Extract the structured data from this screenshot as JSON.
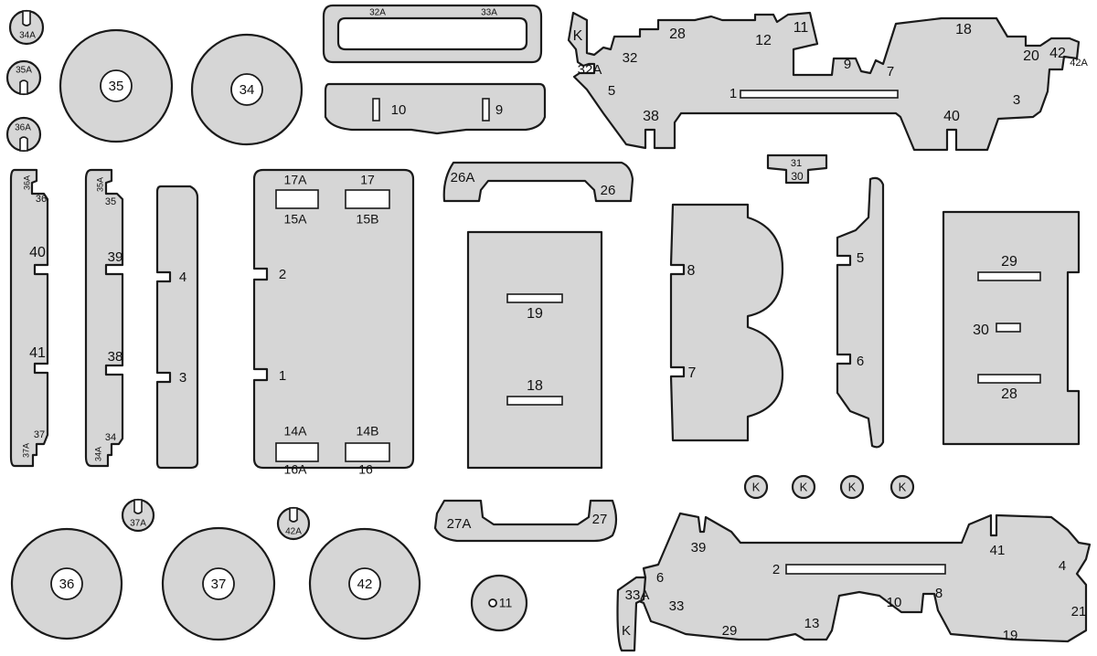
{
  "wheels": [
    {
      "label": "35"
    },
    {
      "label": "34"
    },
    {
      "label": "36"
    },
    {
      "label": "37"
    },
    {
      "label": "42"
    },
    {
      "label": "11"
    }
  ],
  "hubs": [
    {
      "label": "34A"
    },
    {
      "label": "35A"
    },
    {
      "label": "36A"
    },
    {
      "label": "37A"
    },
    {
      "label": "42A"
    }
  ],
  "k_discs": [
    "K",
    "K",
    "K",
    "K"
  ],
  "frame": {
    "top_a": "32A",
    "top_b": "33A"
  },
  "bumper_top": {
    "left": "10",
    "right": "9"
  },
  "chassis_top": {
    "k": "K",
    "l28": "28",
    "l12": "12",
    "l11": "11",
    "l18": "18",
    "l32a": "32A",
    "l32": "32",
    "l20": "20",
    "l42": "42",
    "l42a": "42A",
    "l5": "5",
    "l1": "1",
    "l9": "9",
    "l7": "7",
    "l3": "3",
    "l38": "38",
    "l40": "40"
  },
  "strut_a": {
    "top1": "36A",
    "top2": "36",
    "l40": "40",
    "l41": "41",
    "bot1": "37",
    "bot2": "37A"
  },
  "strut_b": {
    "top1": "35A",
    "top2": "35",
    "l39": "39",
    "l38": "38",
    "bot1": "34",
    "bot2": "34A"
  },
  "strut_c": {
    "l4": "4",
    "l3": "3"
  },
  "panel_big": {
    "l17a": "17A",
    "l17": "17",
    "l15a": "15A",
    "l15b": "15B",
    "l2": "2",
    "l1": "1",
    "l14a": "14A",
    "l14b": "14B",
    "l16a": "16A",
    "l16": "16"
  },
  "bridge_top": {
    "left": "26A",
    "right": "26"
  },
  "small_part": {
    "top": "31",
    "bottom": "30"
  },
  "panel_19_18": {
    "l19": "19",
    "l18": "18"
  },
  "fender": {
    "l8": "8",
    "l7": "7"
  },
  "rib": {
    "l5": "5",
    "l6": "6"
  },
  "panel_right": {
    "l29": "29",
    "l30": "30",
    "l28": "28"
  },
  "bridge_bottom": {
    "left": "27A",
    "right": "27"
  },
  "chassis_bottom": {
    "l39": "39",
    "l41": "41",
    "l6": "6",
    "l2": "2",
    "l4": "4",
    "l33a": "33A",
    "l33": "33",
    "l10": "10",
    "l8": "8",
    "l21": "21",
    "k": "K",
    "l29": "29",
    "l13": "13",
    "l19": "19"
  }
}
